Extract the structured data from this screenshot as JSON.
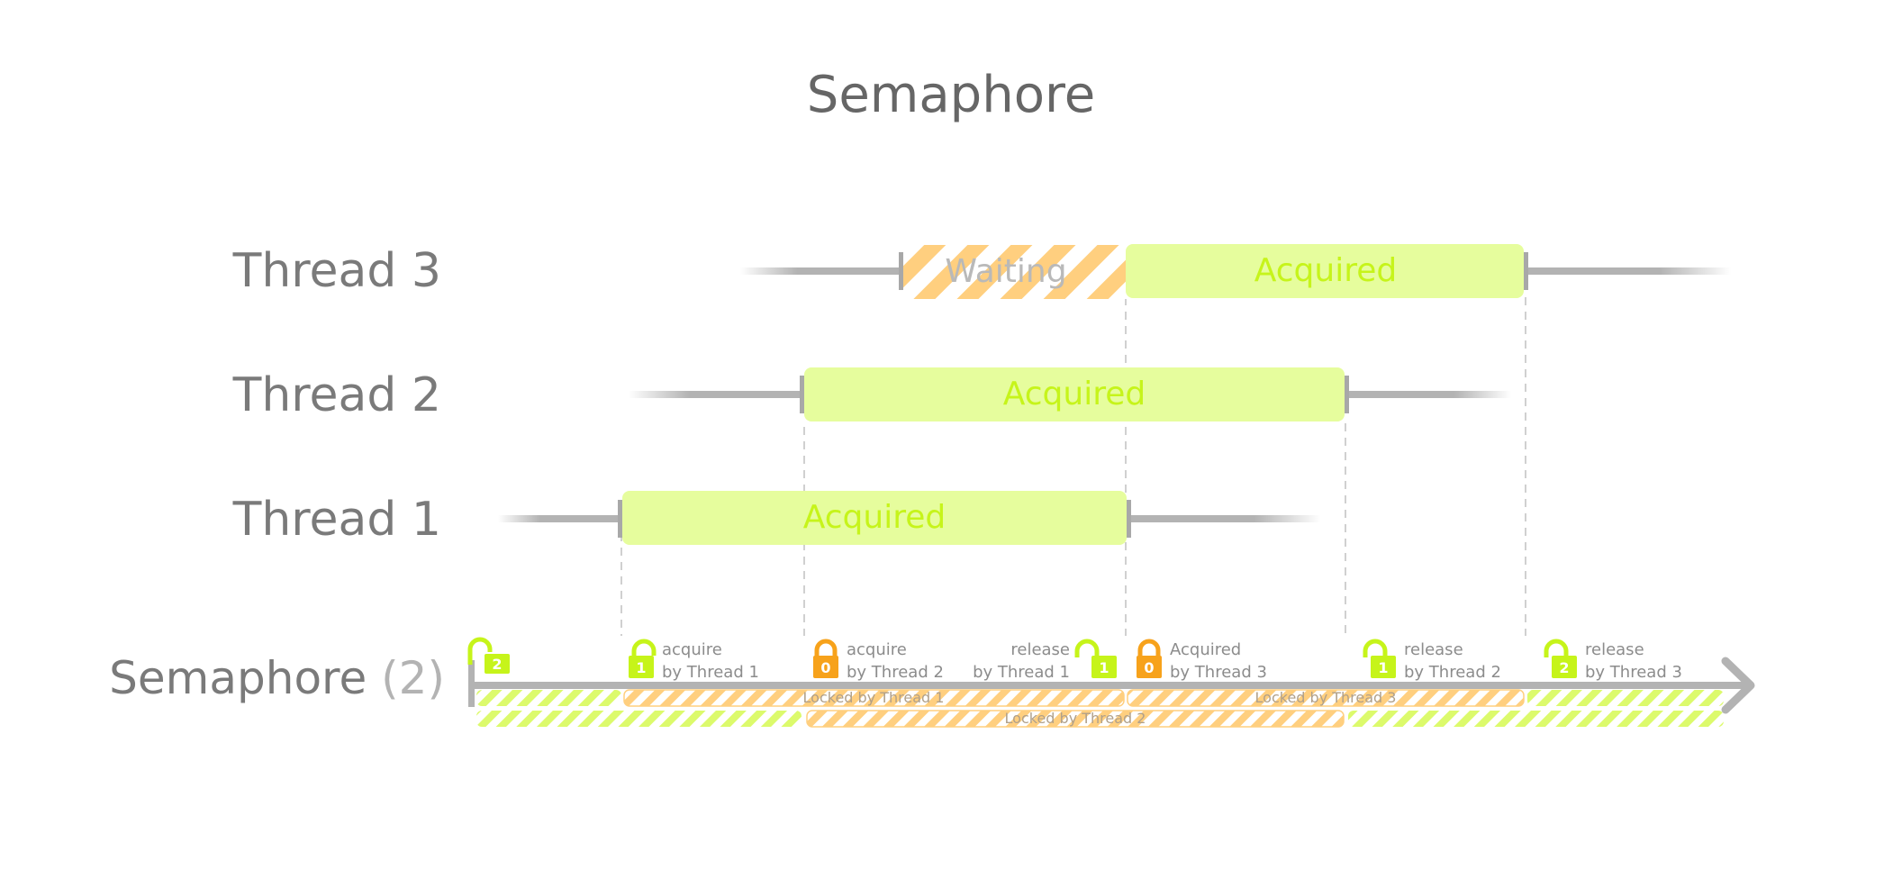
{
  "title": "Semaphore",
  "threads": [
    {
      "label": "Thread 3",
      "waiting_label": "Waiting",
      "acquired_label": "Acquired"
    },
    {
      "label": "Thread 2",
      "acquired_label": "Acquired"
    },
    {
      "label": "Thread 1",
      "acquired_label": "Acquired"
    }
  ],
  "semaphore": {
    "label": "Semaphore",
    "count_label": "(2)",
    "initial_permits": "2"
  },
  "events": [
    {
      "permits": "1",
      "line1": "acquire",
      "line2": "by Thread 1",
      "state": "unlocked"
    },
    {
      "permits": "0",
      "line1": "acquire",
      "line2": "by Thread 2",
      "state": "locked"
    },
    {
      "permits": "1",
      "line1": "release",
      "line2": "by Thread 1",
      "state": "unlocked"
    },
    {
      "permits": "0",
      "line1": "Acquired",
      "line2": "by Thread 3",
      "state": "locked"
    },
    {
      "permits": "1",
      "line1": "release",
      "line2": "by Thread 2",
      "state": "unlocked"
    },
    {
      "permits": "2",
      "line1": "release",
      "line2": "by Thread 3",
      "state": "unlocked"
    }
  ],
  "tracks": [
    {
      "label": "Locked by Thread 1"
    },
    {
      "label": "Locked by Thread 3"
    },
    {
      "label": "Locked by Thread 2"
    }
  ],
  "colors": {
    "acquired_fill": "#e6fd9d",
    "acquired_text": "#c6f41a",
    "waiting_stripe": "#ffcf7f",
    "lock_green": "#c6f41a",
    "lock_orange": "#f7a21b",
    "timeline_gray": "#b3b3b3"
  }
}
